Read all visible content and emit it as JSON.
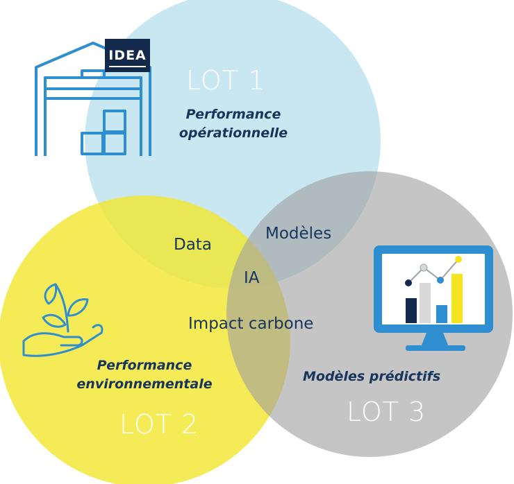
{
  "lot1": {
    "title": "LOT 1",
    "subtitle_line1": "Performance",
    "subtitle_line2": "opérationnelle"
  },
  "lot2": {
    "title": "LOT 2",
    "subtitle_line1": "Performance",
    "subtitle_line2": "environnementale"
  },
  "lot3": {
    "title": "LOT 3",
    "subtitle": "Modèles prédictifs"
  },
  "overlap_terms": {
    "data": "Data",
    "models": "Modèles",
    "ai": "IA",
    "carbon": "Impact carbone"
  },
  "logo": {
    "text": "IDEA"
  },
  "icons": [
    "warehouse-icon",
    "plant-hand-icon",
    "monitor-chart-icon"
  ],
  "colors": {
    "lot1_circle": "#bfe3ef",
    "lot2_circle": "#f2e632",
    "lot3_circle": "#bdbdbd",
    "icon_blue": "#2f8ecf",
    "text_navy": "#16345c",
    "logo_bg": "#12294b",
    "bar_yellow": "#f4e51f"
  }
}
